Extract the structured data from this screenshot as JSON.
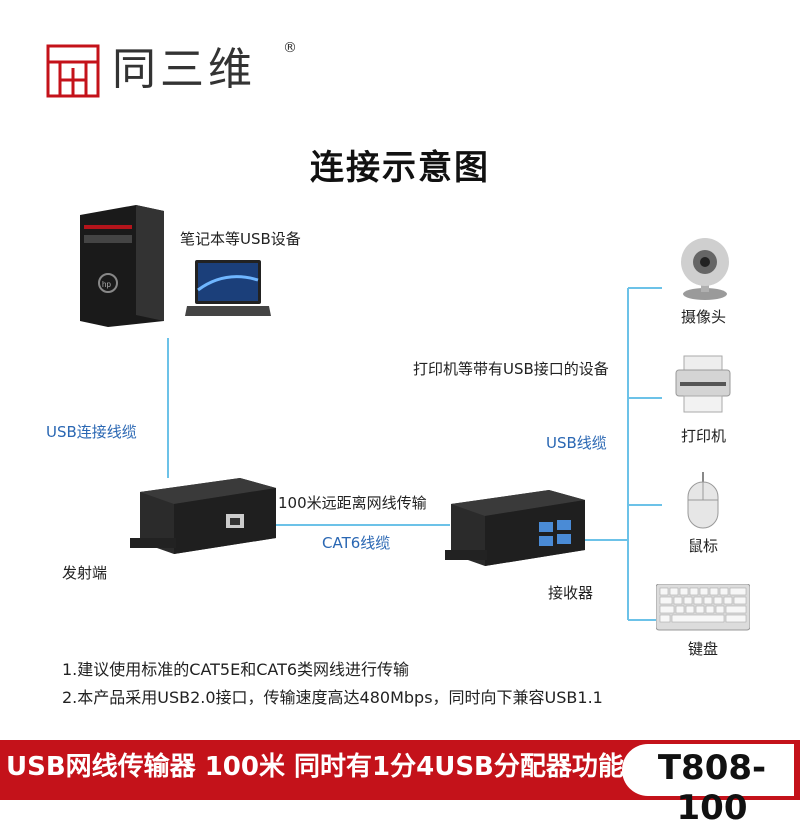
{
  "brand": {
    "name": "同三维",
    "registered": "®"
  },
  "title": "连接示意图",
  "labels": {
    "laptop_usb": "笔记本等USB设备",
    "usb_cable": "USB连接线缆",
    "distance": "100米远距离网线传输",
    "cat6": "CAT6线缆",
    "transmitter": "发射端",
    "receiver": "接收器",
    "printer_devices": "打印机等带有USB接口的设备",
    "usb_line": "USB线缆",
    "webcam": "摄像头",
    "printer": "打印机",
    "mouse": "鼠标",
    "keyboard": "键盘"
  },
  "notes": [
    "1.建议使用标准的CAT5E和CAT6类网线进行传输",
    "2.本产品采用USB2.0接口，传输速度高达480Mbps，同时向下兼容USB1.1"
  ],
  "banner": {
    "text": "USB网线传输器 100米 同时有1分4USB分配器功能",
    "model": "T808-100"
  },
  "colors": {
    "accent_red": "#c4121a",
    "line_blue": "#6cc2e8",
    "label_blue": "#2a67b3"
  }
}
